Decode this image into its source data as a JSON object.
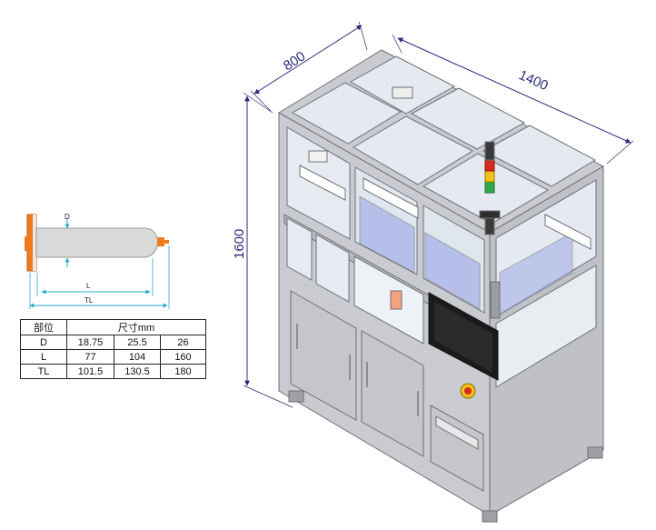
{
  "machine": {
    "dim_depth": "800",
    "dim_length": "1400",
    "dim_height": "1600"
  },
  "syringe": {
    "label_d": "D",
    "label_l": "L",
    "label_tl": "TL"
  },
  "table": {
    "header_part": "部位",
    "header_size": "尺寸mm",
    "rows": [
      {
        "part": "D",
        "v1": "18.75",
        "v2": "25.5",
        "v3": "26"
      },
      {
        "part": "L",
        "v1": "77",
        "v2": "104",
        "v3": "160"
      },
      {
        "part": "TL",
        "v1": "101.5",
        "v2": "130.5",
        "v3": "180"
      }
    ]
  },
  "colors": {
    "dimension_line": "#2b2b7a",
    "frame_gray": "#c9cbd0",
    "glass": "#e4eaf0",
    "syringe_orange": "#f07a1e",
    "syringe_body": "#d8d8d8",
    "blue_parts": "#9aa6e6",
    "tower_red": "#d62a1e",
    "tower_yellow": "#f2c21a",
    "tower_green": "#2ea84a",
    "monitor": "#1b1b1b"
  }
}
